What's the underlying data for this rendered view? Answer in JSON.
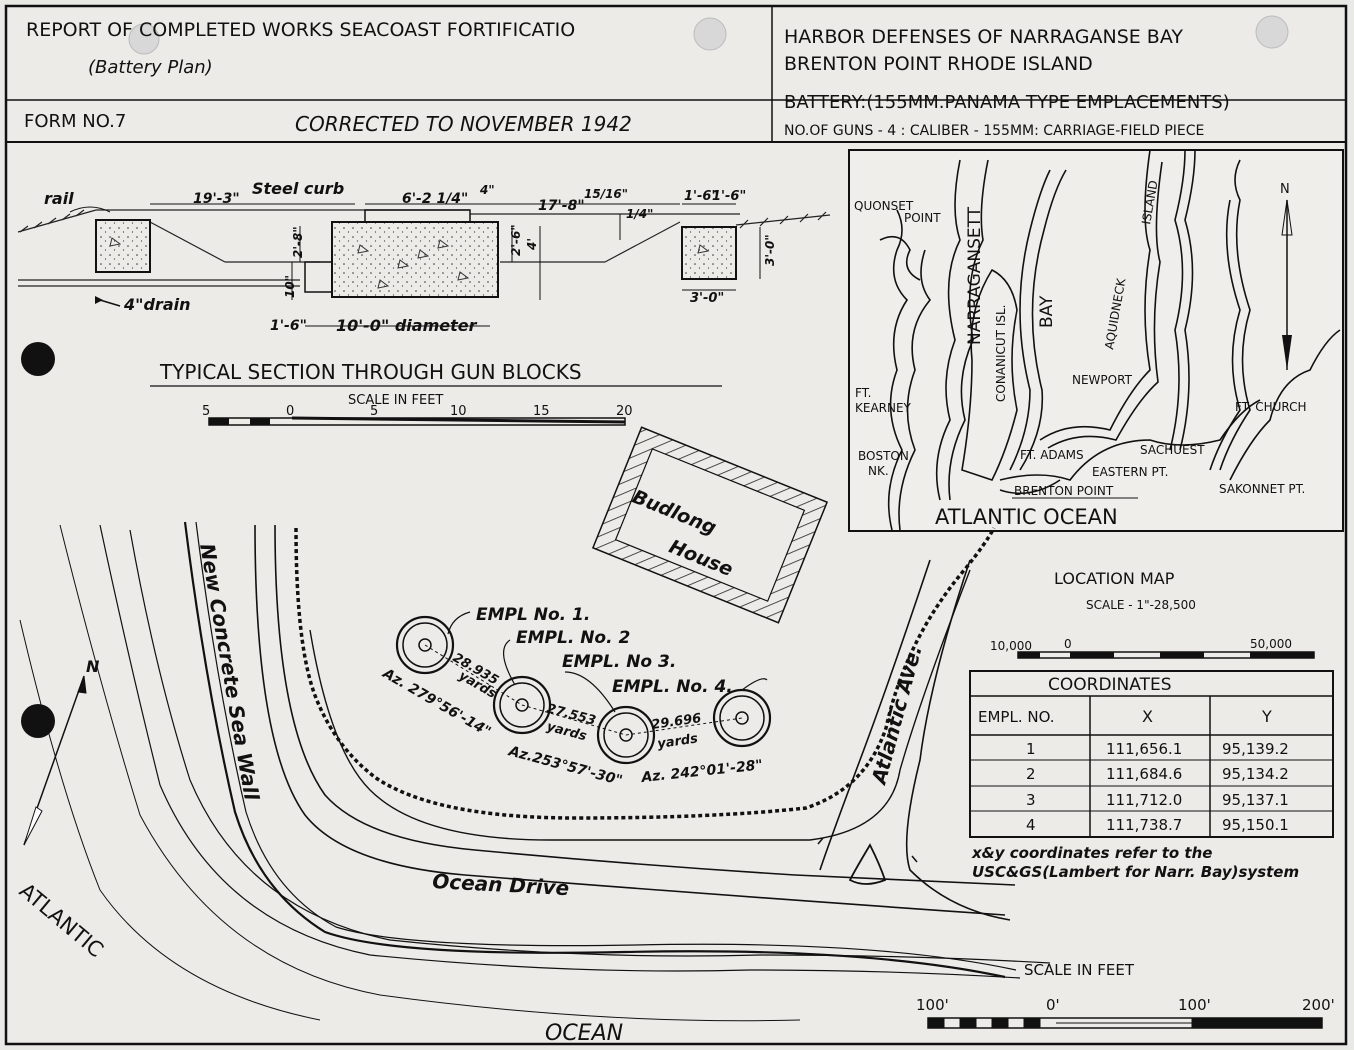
{
  "header": {
    "report_title": "REPORT OF COMPLETED WORKS   SEACOAST FORTIFICATIO",
    "subtitle": "(Battery Plan)",
    "form_no": "FORM NO.7",
    "corrected": "CORRECTED TO NOVEMBER   1942",
    "harbor": "HARBOR   DEFENSES  OF  NARRAGANSE   BAY",
    "location": "BRENTON  POINT  RHODE  ISLAND",
    "battery": "BATTERY:(155MM.PANAMA TYPE  EMPLACEMENTS)",
    "guns": "NO.OF GUNS - 4 : CALIBER - 155MM: CARRIAGE-FIELD PIECE"
  },
  "section": {
    "title": "TYPICAL  SECTION  THROUGH  GUN  BLOCKS",
    "scale_label": "SCALE  IN  FEET",
    "scale_ticks": [
      "5",
      "0",
      "5",
      "10",
      "15",
      "20"
    ],
    "labels": {
      "rail": "rail",
      "d19_3": "19'-3\"",
      "steel_curb": "Steel curb",
      "d6_2_1_4": "6'-2 1/4\"",
      "d4": "4\"",
      "d17_8": "17'-8\"",
      "d15_16": "15/16\"",
      "d1_4": "1/4\"",
      "d1_6a": "1'-6\"",
      "d1_6b": "1'-6\"",
      "d2_8": "2'-8\"",
      "d2_6": "2'-6\"",
      "d4b": "4'",
      "d3_0v": "3'-0\"",
      "d3_0h": "3'-0\"",
      "d10": "10\"",
      "d1_6c": "1'-6\"",
      "diameter": "10'-0\" diameter",
      "drain": "4\"drain"
    }
  },
  "location_map": {
    "title": "LOCATION   MAP",
    "scale": "SCALE - 1\"-28,500",
    "scale_left": "10,000",
    "scale_zero": "0",
    "scale_right": "50,000",
    "north": "N",
    "labels": {
      "quonset": "QUONSET",
      "point": "POINT",
      "narragansett": "NARRAGANSETT",
      "bay": "BAY",
      "conanicut": "CONANICUT ISL.",
      "aquidneck": "AQUIDNECK",
      "island": "ISLAND",
      "newport": "NEWPORT",
      "ft_kearney": "FT.",
      "kearney": "KEARNEY",
      "boston": "BOSTON",
      "nk": "NK.",
      "ft_adams": "FT. ADAMS",
      "eastern_pt": "EASTERN PT.",
      "brenton_point": "BRENTON POINT",
      "sachuest": "SACHUEST",
      "ft_church": "FT. CHURCH",
      "sakonnet": "SAKONNET  PT.",
      "atlantic_ocean": "ATLANTIC    OCEAN"
    }
  },
  "plan": {
    "budlong": "Budlong",
    "house": "House",
    "sea_wall": "New Concrete Sea Wall",
    "ocean_drive": "Ocean  Drive",
    "atlantic_ave": "Atlantic  Ave.",
    "atlantic": "ATLANTIC",
    "ocean": "OCEAN",
    "north": "N",
    "empl1": "EMPL No. 1.",
    "empl2": "EMPL. No. 2",
    "empl3": "EMPL. No 3.",
    "empl4": "EMPL. No. 4.",
    "dist1": "28.935",
    "dist1_unit": "yards",
    "dist2": "27.553",
    "dist2_unit": "yards",
    "dist3": "29.696",
    "dist3_unit": "yards",
    "az1": "Az. 279°56'-14\"",
    "az2": "Az.253°57'-30\"",
    "az3": "Az. 242°01'-28\"",
    "scale_label": "SCALE  IN FEET",
    "scale_ticks": [
      "100'",
      "0'",
      "100'",
      "200'"
    ]
  },
  "coordinates": {
    "title": "COORDINATES",
    "headers": [
      "EMPL. NO.",
      "X",
      "Y"
    ],
    "rows": [
      [
        "1",
        "111,656.1",
        "95,139.2"
      ],
      [
        "2",
        "111,684.6",
        "95,134.2"
      ],
      [
        "3",
        "111,712.0",
        "95,137.1"
      ],
      [
        "4",
        "111,738.7",
        "95,150.1"
      ]
    ],
    "note1": "x&y coordinates refer to the",
    "note2": "USC&GS(Lambert for Narr. Bay)system"
  }
}
